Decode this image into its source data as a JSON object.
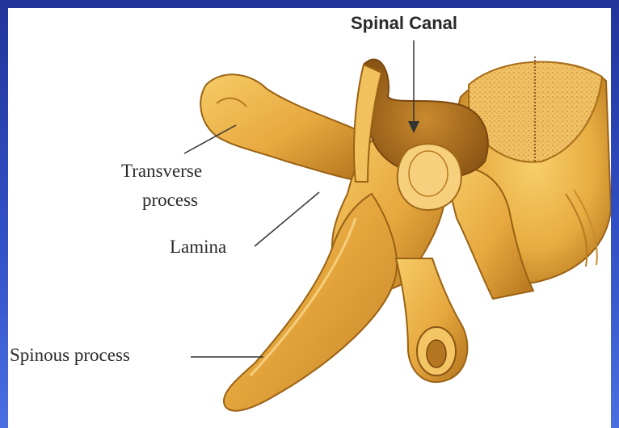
{
  "diagram": {
    "labels": {
      "spinal_canal": "Spinal Canal",
      "transverse_line1": "Transverse",
      "transverse_line2": "process",
      "lamina": "Lamina",
      "spinous_process": "Spinous process"
    },
    "colors": {
      "slide_background": "#2a45b8",
      "figure_background": "#ffffff",
      "bone_light": "#f3c25a",
      "bone_mid": "#e3a23a",
      "bone_dark": "#a86a18",
      "label_text": "#2a2a2a",
      "leader_line": "#333333"
    }
  }
}
